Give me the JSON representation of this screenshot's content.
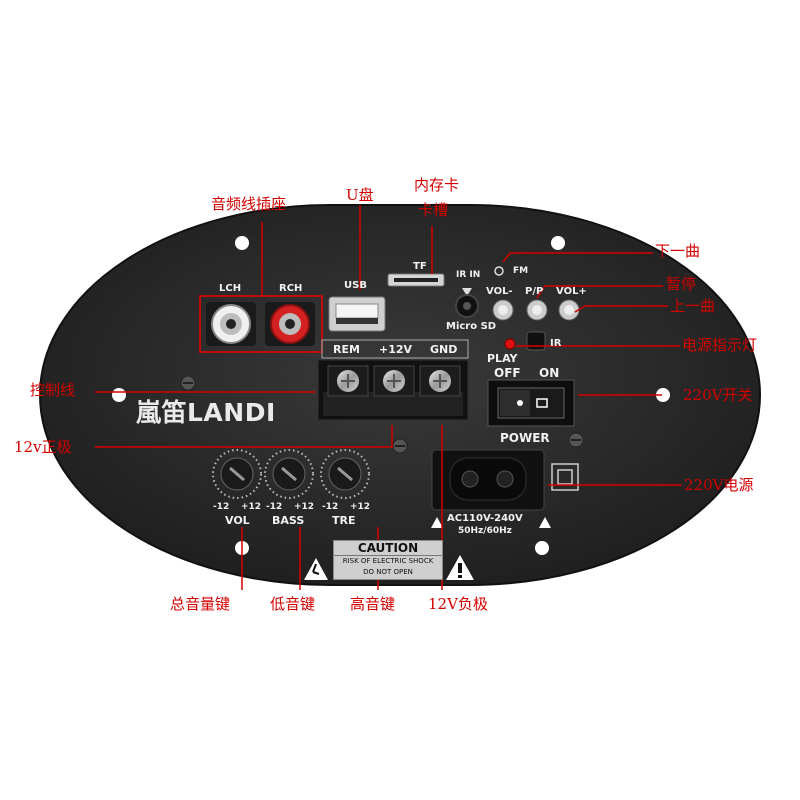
{
  "panel": {
    "brand": "嵐笛LANDI",
    "lch": "LCH",
    "rch": "RCH",
    "usb": "USB",
    "tf": "TF",
    "ir_in": "IR IN",
    "micro_sd": "Micro SD",
    "fm": "FM",
    "vol_minus": "VOL-",
    "play_pause": "P/P",
    "vol_plus": "VOL+",
    "ir": "IR",
    "play": "PLAY",
    "off": "OFF",
    "on": "ON",
    "power": "POWER",
    "rem": "REM",
    "plus12v": "+12V",
    "gnd": "GND",
    "minus12": "-12",
    "plus12": "+12",
    "vol": "VOL",
    "bass": "BASS",
    "tre": "TRE",
    "ac_rating": "AC110V-240V",
    "ac_freq": "50Hz/60Hz",
    "caution_title": "CAUTION",
    "caution_line1": "RISK OF ELECTRIC SHOCK",
    "caution_line2": "DO NOT OPEN"
  },
  "callouts": {
    "audio_jack": "音频线插座",
    "usb_disk": "U盘",
    "card_slot_1": "内存卡",
    "card_slot_2": "卡槽",
    "next_track": "下一曲",
    "pause": "暂停",
    "prev_track": "上一曲",
    "power_led": "电源指示灯",
    "control_line": "控制线",
    "switch_220v": "220V开关",
    "plus_12v": "12v正极",
    "power_220v": "220V电源",
    "master_volume": "总音量键",
    "bass_key": "低音键",
    "treble_key": "高音键",
    "minus_12v": "12V负极"
  },
  "colors": {
    "panel": "#2b2b2b",
    "callout": "#d40000",
    "rca_left": "#e8e8e8",
    "rca_right": "#d32020",
    "led": "#e01010",
    "terminal": "#111111"
  }
}
